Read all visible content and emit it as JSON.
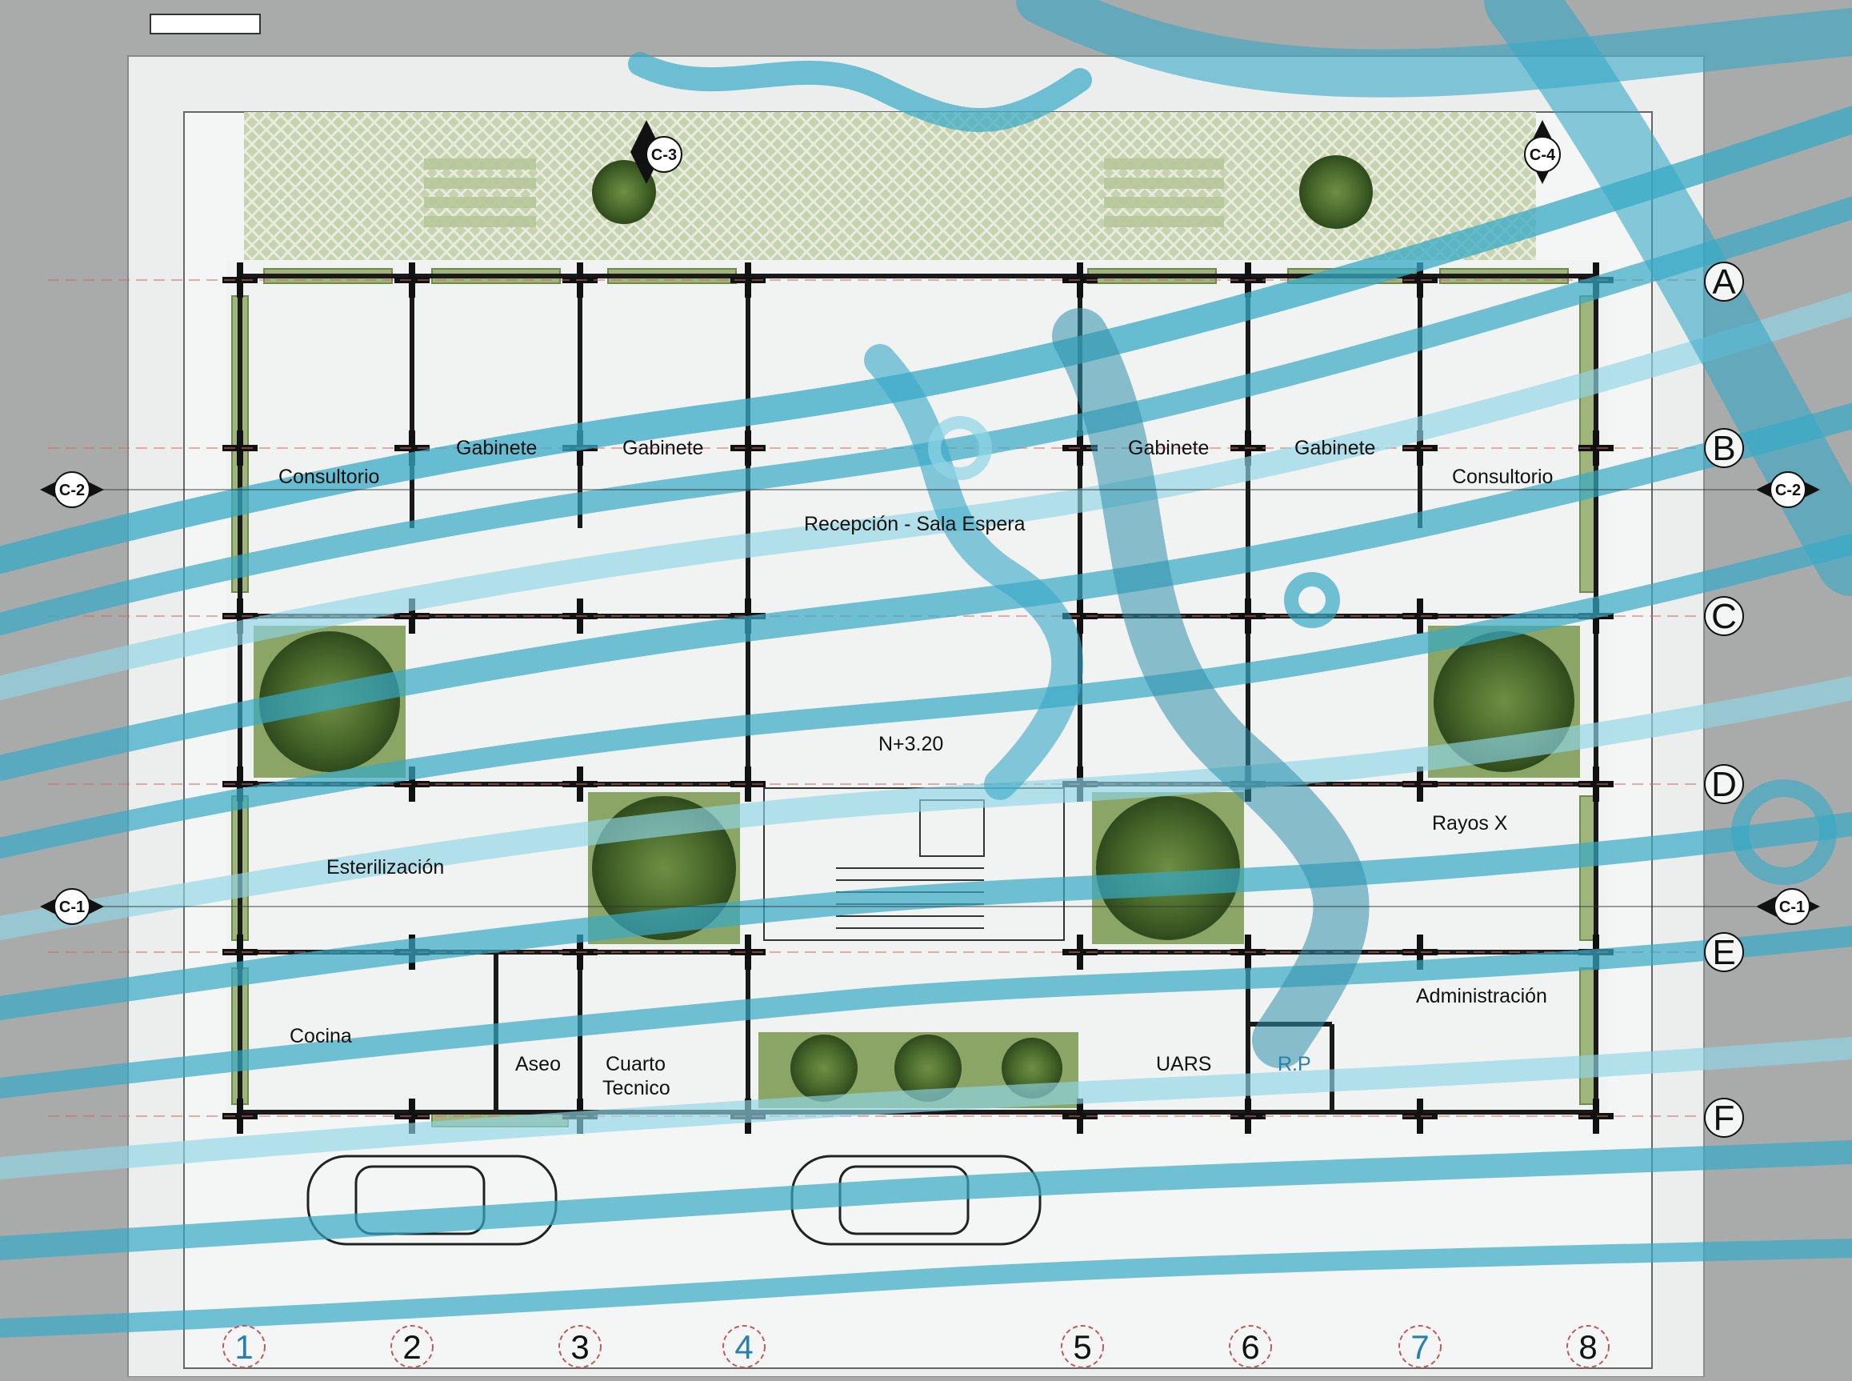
{
  "rooms": {
    "consultorio_left": "Consultorio",
    "gabinete_1": "Gabinete",
    "gabinete_2": "Gabinete",
    "recepcion": "Recepción - Sala Espera",
    "gabinete_3": "Gabinete",
    "gabinete_4": "Gabinete",
    "consultorio_right": "Consultorio",
    "nivel": "N+3.20",
    "esterilizacion": "Esterilización",
    "rayos_x": "Rayos X",
    "cocina": "Cocina",
    "aseo": "Aseo",
    "cuarto_tecnico_1": "Cuarto",
    "cuarto_tecnico_2": "Tecnico",
    "uars": "UARS",
    "rp": "R.P",
    "administracion": "Administración"
  },
  "grid_rows": [
    "A",
    "B",
    "C",
    "D",
    "E",
    "F"
  ],
  "grid_cols": [
    "1",
    "2",
    "3",
    "4",
    "5",
    "6",
    "7",
    "8"
  ],
  "sections": {
    "c1": "C-1",
    "c2": "C-2",
    "c3": "C-3",
    "c4": "C-4"
  },
  "colors": {
    "flow": "#37a9c6",
    "flow_light": "#8fd6e6",
    "wall": "#1a1a1a",
    "planter": "#9fb57c",
    "tree": "#4f6e2f",
    "ground": "#a9abab",
    "slab": "#e9eaea"
  }
}
